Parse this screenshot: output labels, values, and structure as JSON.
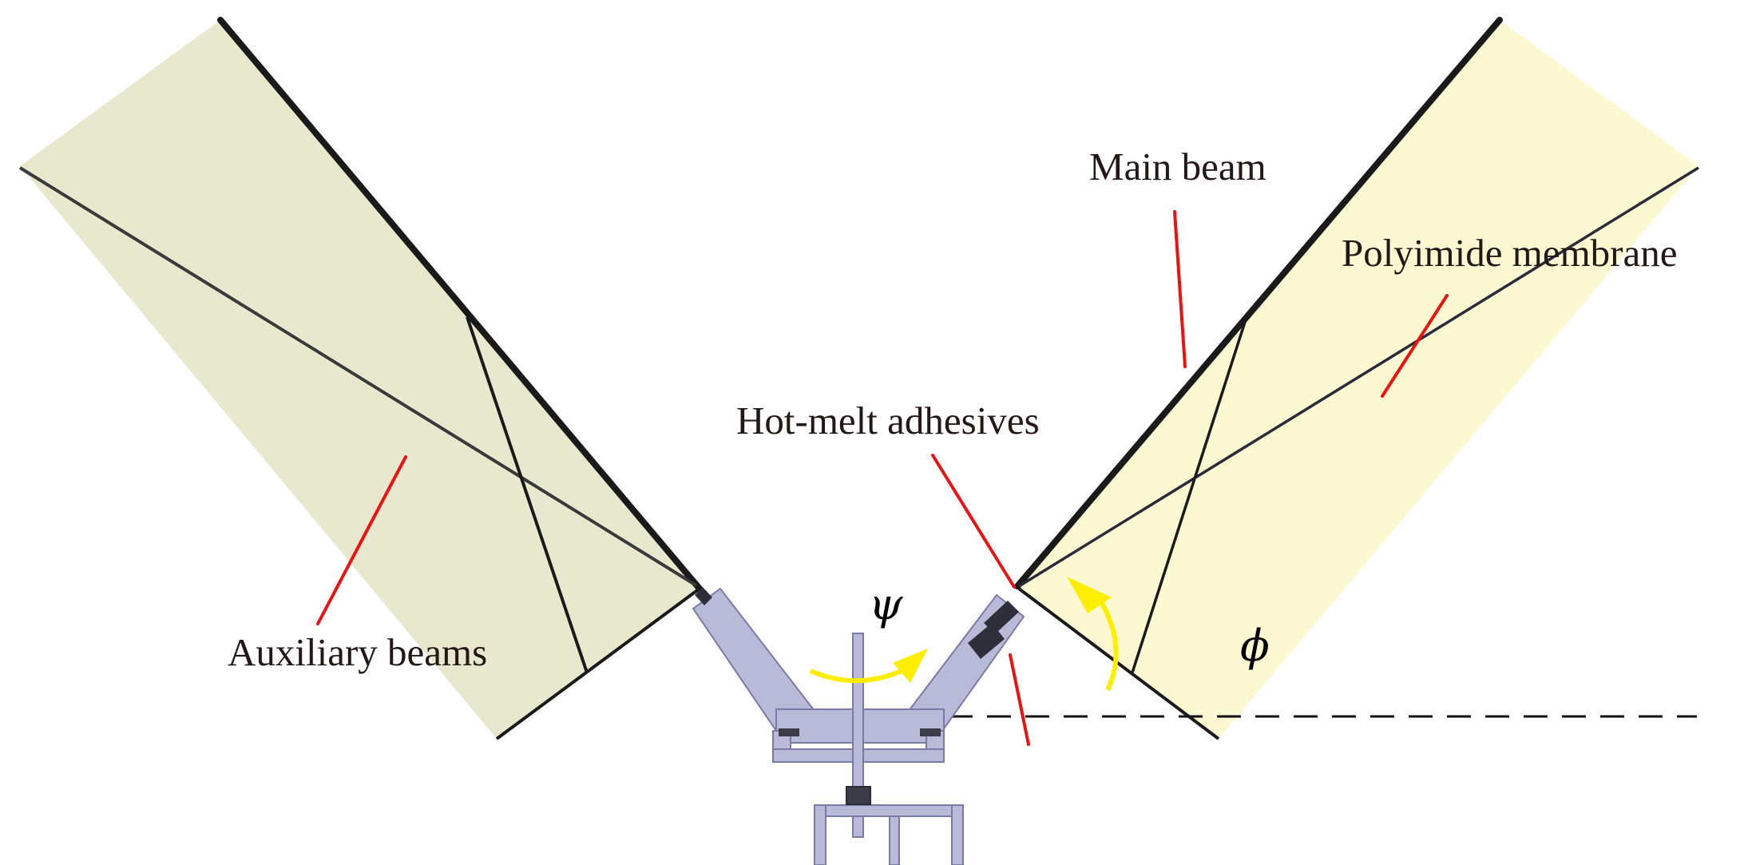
{
  "labels": {
    "main_beam": "Main beam",
    "polyimide_membrane": "Polyimide membrane",
    "hot_melt_adhesives": "Hot-melt adhesives",
    "auxiliary_beams": "Auxiliary beams",
    "psi": "ψ",
    "phi": "ϕ"
  },
  "colors": {
    "left_membrane": "#e8e8cf",
    "right_membrane": "#fbf8d2",
    "beam": "#222222",
    "leader_line": "#ee1111",
    "rotation_arrow": "#ffee00",
    "hinge": "#b9b9d8",
    "hinge_edge": "#7a7aa6",
    "dashed_reference": "#111111"
  }
}
